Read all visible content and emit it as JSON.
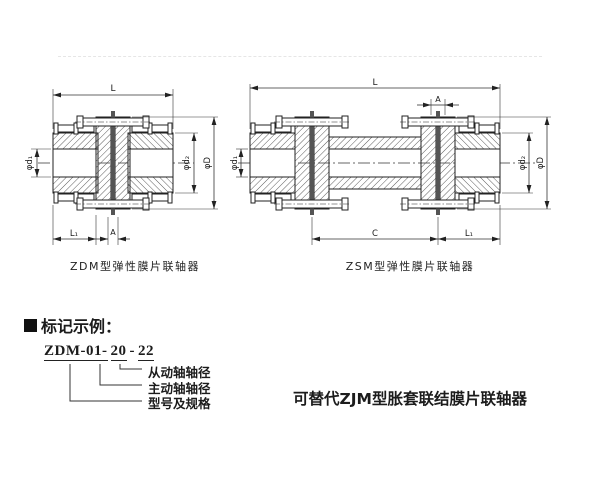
{
  "diagram_left": {
    "caption": "ZDM型弹性膜片联轴器",
    "dim_L": "L",
    "dim_L1": "L₁",
    "dim_A": "A",
    "dim_d1": "φd₁",
    "dim_d2": "φd₂",
    "dim_D": "φD"
  },
  "diagram_right": {
    "caption": "ZSM型弹性膜片联轴器",
    "dim_L": "L",
    "dim_A": "A",
    "dim_C": "C",
    "dim_L1": "L₁",
    "dim_d1": "φd₁",
    "dim_d2": "φd₂",
    "dim_D": "φD"
  },
  "marking": {
    "heading": "标记示例：",
    "code_part1": "ZDM-01-",
    "code_part2": "20",
    "code_sep": "-",
    "code_part3": "22",
    "label_driven": "从动轴轴径",
    "label_driving": "主动轴轴径",
    "label_model": "型号及规格"
  },
  "note": "可替代ZJM型胀套联结膜片联轴器",
  "colors": {
    "line": "#222222",
    "membrane": "#555555"
  }
}
